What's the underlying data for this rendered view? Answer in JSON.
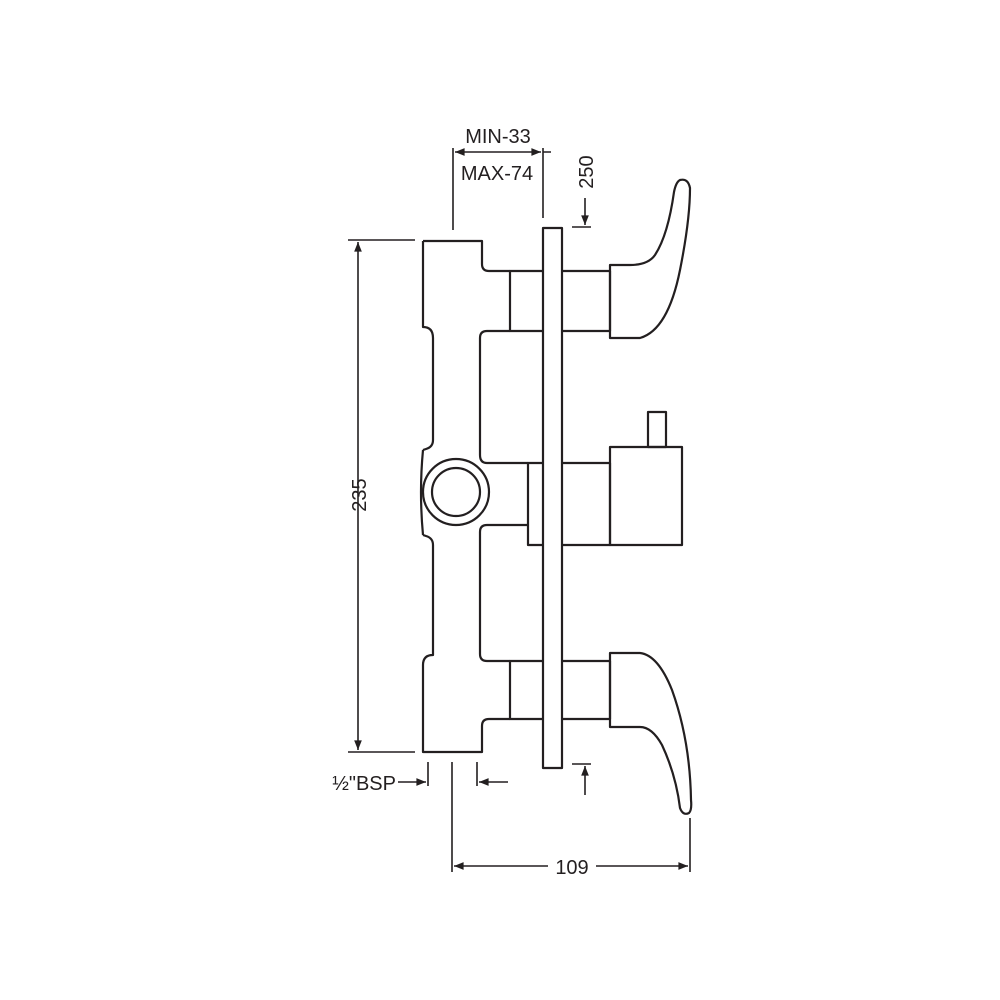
{
  "dimensions": {
    "wall_min": "MIN-33",
    "wall_max": "MAX-74",
    "plate_offset": "250",
    "height": "235",
    "inlet": "½\"BSP",
    "depth": "109"
  },
  "colors": {
    "line": "#231f20",
    "background": "#ffffff"
  }
}
